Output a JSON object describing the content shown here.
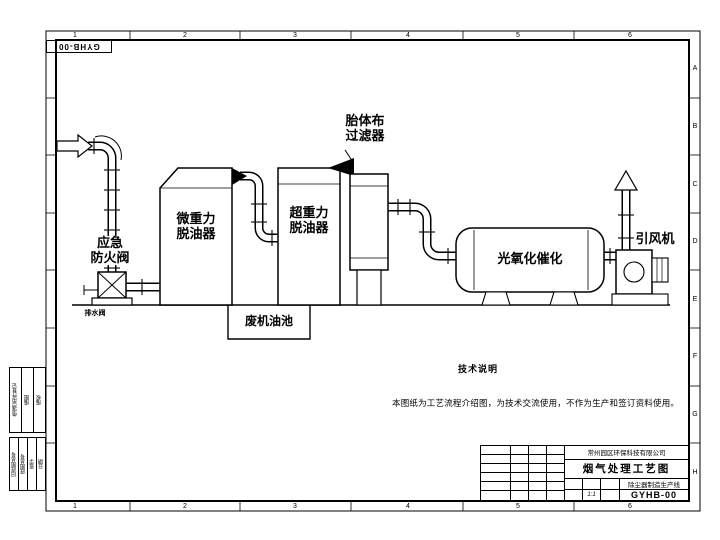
{
  "sheet": {
    "stamp_top_left": "GYHB-00",
    "grid_columns": [
      "1",
      "2",
      "3",
      "4",
      "5",
      "6"
    ],
    "grid_rows": [
      "A",
      "B",
      "C",
      "D",
      "E",
      "F",
      "G",
      "H"
    ]
  },
  "colors": {
    "ink": "#000000",
    "paper": "#ffffff"
  },
  "equipment": {
    "fire_valve": {
      "line1": "应急",
      "line2": "防火阀"
    },
    "drain_valve": "排水阀",
    "micro_gravity_separator": {
      "line1": "微重力",
      "line2": "脱油器"
    },
    "super_gravity_separator": {
      "line1": "超重力",
      "line2": "脱油器"
    },
    "filter": {
      "line1": "胎体布",
      "line2": "过滤器"
    },
    "photo_oxidation": "光氧化催化",
    "induced_draft_fan": "引风机",
    "waste_oil_pool": "废机油池"
  },
  "notes": {
    "title": "技术说明",
    "body": "本图纸为工艺流程介绍图，为技术交流使用，不作为生产和签订资料使用。"
  },
  "title_block": {
    "company": "常州园区环保科技有限公司",
    "drawing_title": "烟气处理工艺图",
    "product_line": "除尘器制造生产线",
    "drawing_no": "GYHB-00",
    "scale": "1:1"
  },
  "margin_tables": {
    "upper": [
      "借(通)用件登记",
      "描图",
      "描校"
    ],
    "lower": [
      "旧底图总号",
      "底图总号",
      "签字",
      "日期"
    ]
  }
}
